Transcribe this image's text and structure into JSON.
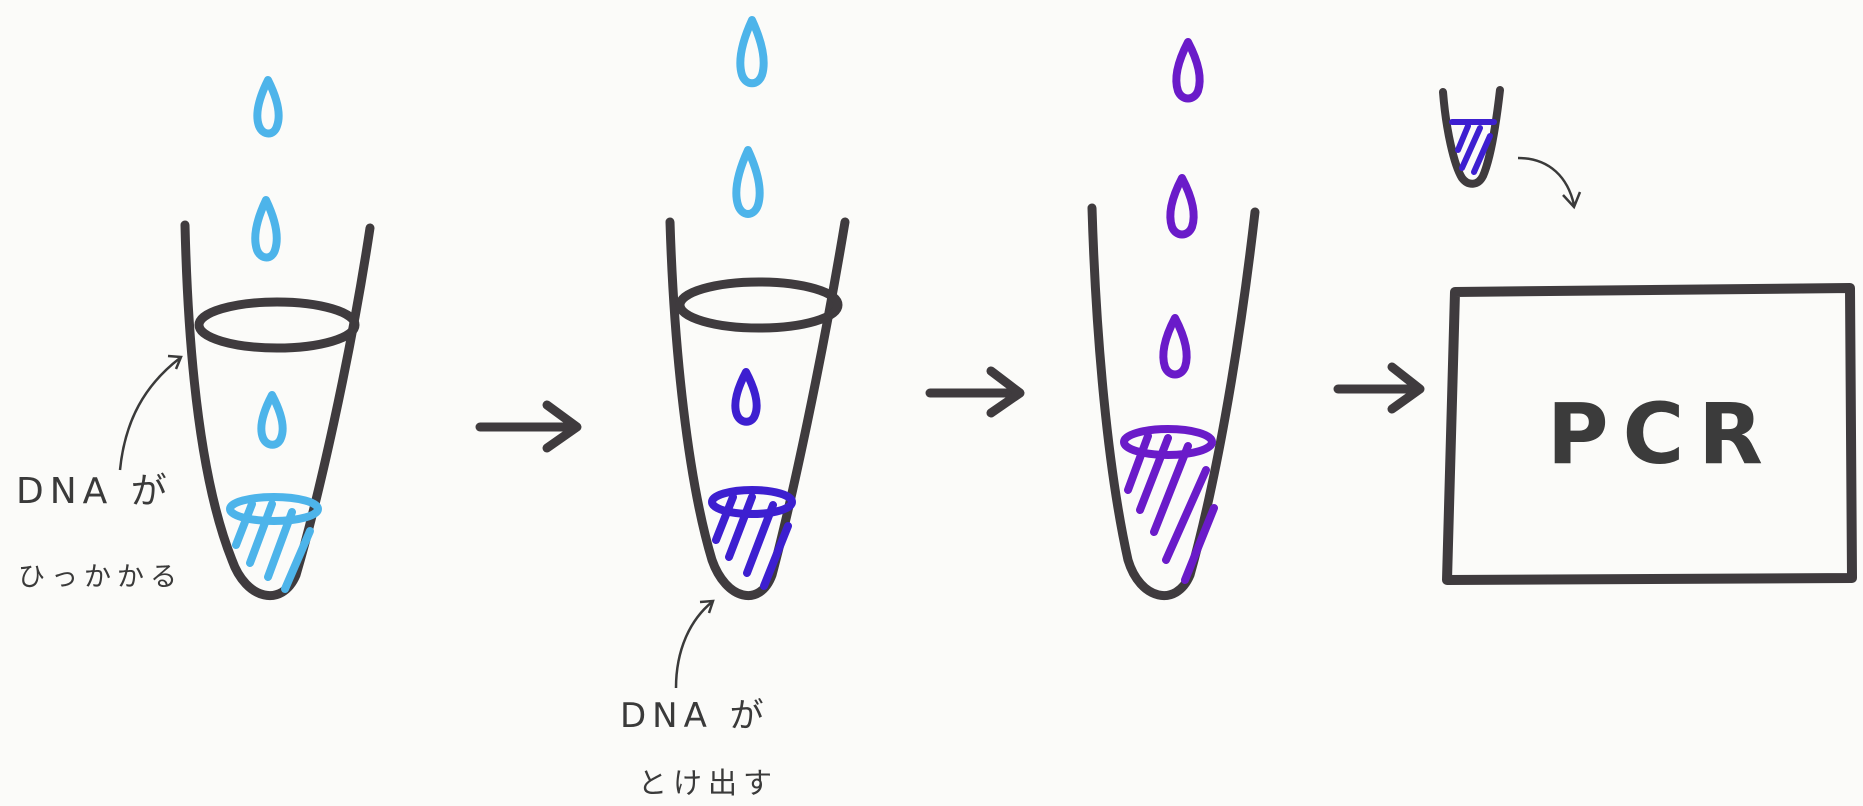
{
  "labels": {
    "step1_line1": "DNA が",
    "step1_line2": "ひっかかる",
    "step2_line1": "DNA が",
    "step2_line2": "とけ出す",
    "machine": "PCR"
  },
  "colors": {
    "ink": "#3f3b3e",
    "wash_drop": "#4db4ea",
    "elution_drop": "#3d1fd0",
    "reagent_drop": "#6a1bc9",
    "pencil": "#3a3a3a"
  },
  "icons": [
    "tube-icon",
    "filter-membrane-icon",
    "drop-icon",
    "arrow-right-icon",
    "small-tube-icon",
    "curved-arrow-icon",
    "pcr-machine-icon"
  ]
}
